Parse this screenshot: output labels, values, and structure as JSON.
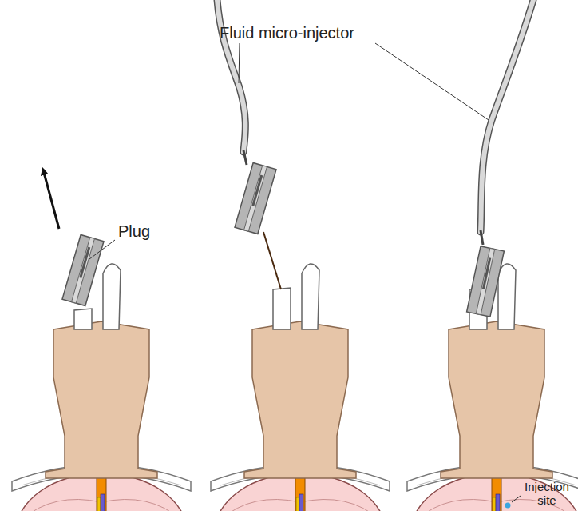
{
  "diagram": {
    "labels": [
      "Fluid micro-injector",
      "Plug",
      "Injection site"
    ]
  }
}
